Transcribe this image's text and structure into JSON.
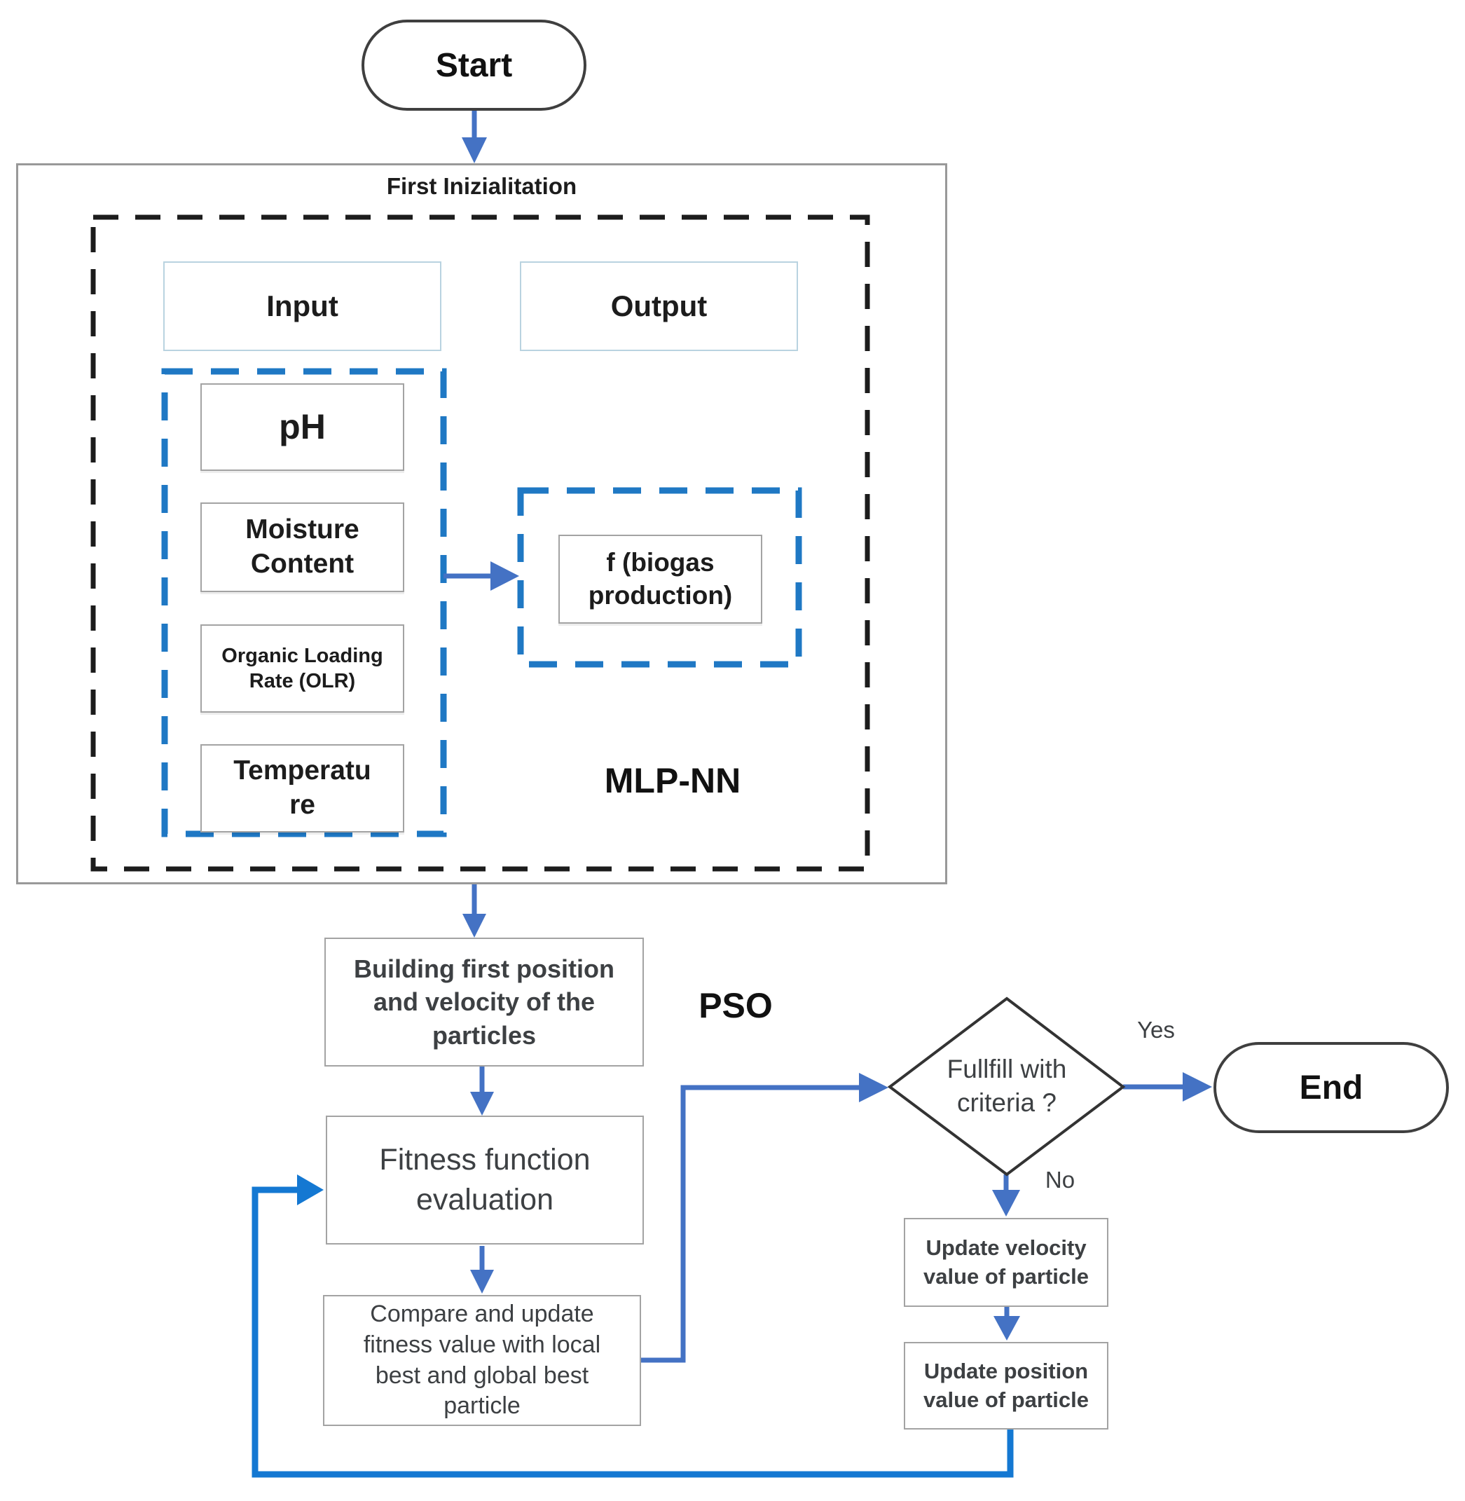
{
  "flowchart": {
    "start": {
      "label": "Start"
    },
    "initialization": {
      "title": "First Inizialitation",
      "input_header": "Input",
      "output_header": "Output",
      "inputs": [
        "pH",
        "Moisture Content",
        "Organic Loading Rate (OLR)",
        "Temperatu re"
      ],
      "output": "f (biogas production)",
      "model_label": "MLP-NN"
    },
    "pso": {
      "label": "PSO",
      "building": "Building first position and velocity of the particles",
      "fitness": "Fitness function evaluation",
      "compare": "Compare and update fitness value with local best and global best particle",
      "decision": "Fullfill with criteria ?",
      "yes_label": "Yes",
      "no_label": "No",
      "update_velocity": "Update velocity value of particle",
      "update_position": "Update position value of particle"
    },
    "end": {
      "label": "End"
    },
    "colors": {
      "arrow_blue": "#4472c4",
      "loop_blue": "#1478d2",
      "dashed_blue": "#1f78c4",
      "dashed_black": "#1c1c1c",
      "box_border_gray": "#a3a3a3",
      "header_border_blue": "#b9d3e0",
      "terminal_border": "#3f3f3f",
      "text_dark": "#1c1c1c",
      "text_gray": "#3d4043"
    }
  }
}
